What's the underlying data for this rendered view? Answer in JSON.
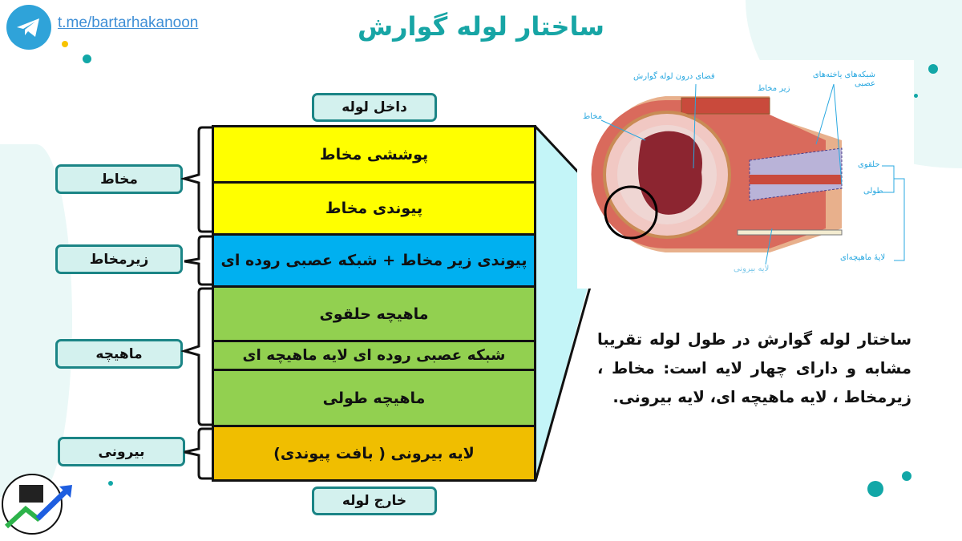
{
  "header": {
    "title": "ساختار لوله گوارش",
    "telegram_link": "t.me/bartarhakanoon"
  },
  "diagram": {
    "top_label": "داخل لوله",
    "bottom_label": "خارج لوله",
    "groups": [
      {
        "label": "مخاط"
      },
      {
        "label": "زیرمخاط"
      },
      {
        "label": "ماهیچه"
      },
      {
        "label": "بیرونی"
      }
    ],
    "layers": [
      {
        "label": "پوششی مخاط",
        "color": "#ffff00"
      },
      {
        "label": "پیوندی مخاط",
        "color": "#ffff00"
      },
      {
        "label": "پیوندی زیر مخاط + شبکه عصبی روده ای",
        "color": "#00b0f0"
      },
      {
        "label": "ماهیچه حلقوی",
        "color": "#92d050"
      },
      {
        "label": "شبکه عصبی روده ای لایه ماهیچه ای",
        "color": "#92d050"
      },
      {
        "label": "ماهیچه طولی",
        "color": "#92d050"
      },
      {
        "label": "لایه بیرونی ( بافت پیوندی)",
        "color": "#f0be00"
      }
    ]
  },
  "illustration": {
    "labels": {
      "lumen": "فضای درون لوله گوارش",
      "submucosa": "زیر مخاط",
      "nerve_networks": "شبکه‌های یاخته‌های عصبی",
      "mucosa": "مخاط",
      "circular": "حلقوی",
      "longitudinal": "طولی",
      "muscle_layer": "لایهٔ ماهیچه‌ای",
      "outer_layer": "لایه بیرونی"
    }
  },
  "description": "ساختار لوله گوارش در طول لوله تقریبا مشابه و دارای چهار لایه است: مخاط ، زیرمخاط ، لایه ماهیچه ای، لایه بیرونی."
}
